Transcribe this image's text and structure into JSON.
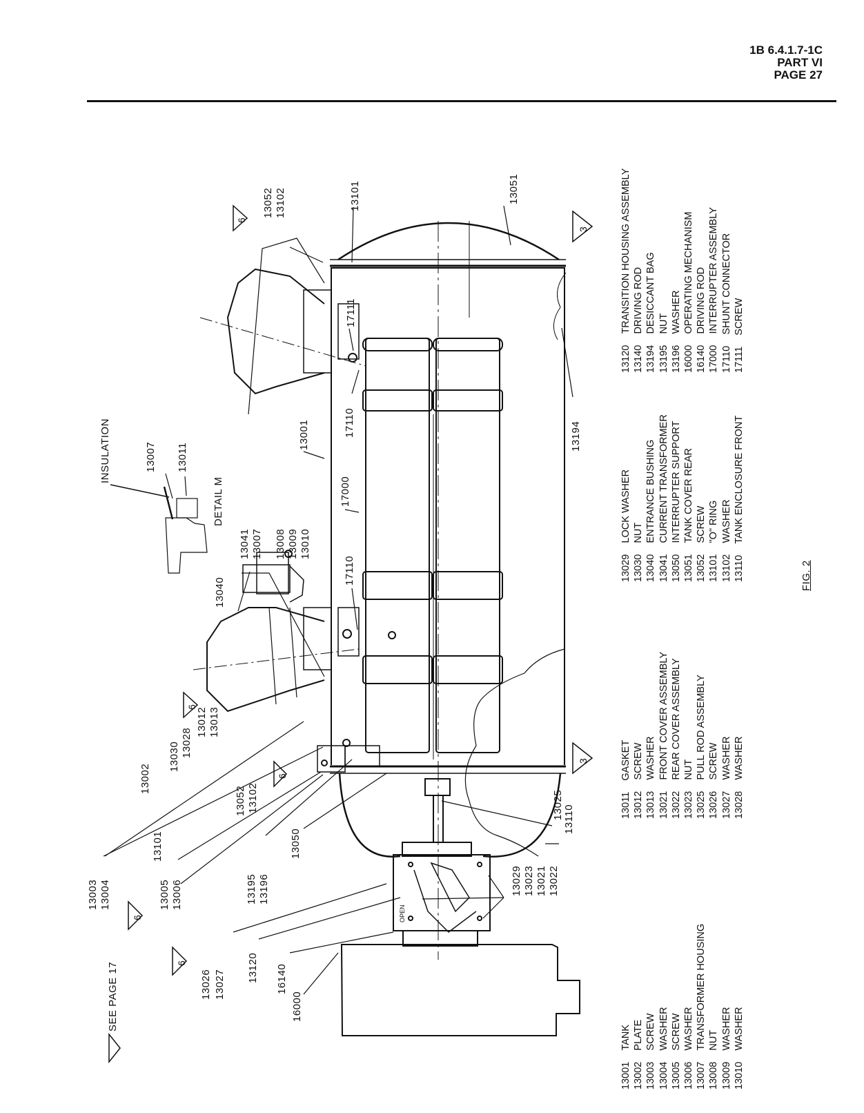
{
  "header": {
    "doc_id": "1B 6.4.1.7-1C",
    "part": "PART VI",
    "page": "PAGE 27"
  },
  "figure_label": "FIG. 2",
  "insulation_label": "INSULATION",
  "detail_label": "DETAIL M",
  "open_label": "OPEN",
  "note_number": "6",
  "note_number_alt": "3",
  "see_page_text": "SEE PAGE 17",
  "callouts": {
    "c13001": "13001",
    "c13002": "13002",
    "c13003": "13003",
    "c13004": "13004",
    "c13005": "13005",
    "c13006": "13006",
    "c13007": "13007",
    "c13007b": "13007",
    "c13008": "13008",
    "c13009": "13009",
    "c13010": "13010",
    "c13011": "13011",
    "c13012": "13012",
    "c13013": "13013",
    "c13021": "13021",
    "c13022": "13022",
    "c13023": "13023",
    "c13025": "13025",
    "c13026": "13026",
    "c13027": "13027",
    "c13028": "13028",
    "c13029": "13029",
    "c13030": "13030",
    "c13040": "13040",
    "c13041": "13041",
    "c13050": "13050",
    "c13051": "13051",
    "c13052a": "13052",
    "c13052b": "13052",
    "c13101a": "13101",
    "c13101b": "13101",
    "c13102a": "13102",
    "c13102b": "13102",
    "c13110": "13110",
    "c13120": "13120",
    "c13194": "13194",
    "c13195": "13195",
    "c13196": "13196",
    "c16000": "16000",
    "c16140": "16140",
    "c17000": "17000",
    "c17110a": "17110",
    "c17110b": "17110",
    "c17111": "17111"
  },
  "parts_list": {
    "col1": [
      {
        "num": "13001",
        "name": "TANK"
      },
      {
        "num": "13002",
        "name": "PLATE"
      },
      {
        "num": "13003",
        "name": "SCREW"
      },
      {
        "num": "13004",
        "name": "WASHER"
      },
      {
        "num": "13005",
        "name": "SCREW"
      },
      {
        "num": "13006",
        "name": "WASHER"
      },
      {
        "num": "13007",
        "name": "TRANSFORMER HOUSING"
      },
      {
        "num": "13008",
        "name": "NUT"
      },
      {
        "num": "13009",
        "name": "WASHER"
      },
      {
        "num": "13010",
        "name": "WASHER"
      }
    ],
    "col2": [
      {
        "num": "13011",
        "name": "GASKET"
      },
      {
        "num": "13012",
        "name": "SCREW"
      },
      {
        "num": "13013",
        "name": "WASHER"
      },
      {
        "num": "13021",
        "name": "FRONT COVER ASSEMBLY"
      },
      {
        "num": "13022",
        "name": "REAR COVER ASSEMBLY"
      },
      {
        "num": "13023",
        "name": "NUT"
      },
      {
        "num": "13025",
        "name": "PULL ROD ASSEMBLY"
      },
      {
        "num": "13026",
        "name": "SCREW"
      },
      {
        "num": "13027",
        "name": "WASHER"
      },
      {
        "num": "13028",
        "name": "WASHER"
      }
    ],
    "col3": [
      {
        "num": "13029",
        "name": "LOCK WASHER"
      },
      {
        "num": "13030",
        "name": "NUT"
      },
      {
        "num": "13040",
        "name": "ENTRANCE BUSHING"
      },
      {
        "num": "13041",
        "name": "CURRENT TRANSFORMER"
      },
      {
        "num": "13050",
        "name": "INTERRUPTER SUPPORT"
      },
      {
        "num": "13051",
        "name": "TANK COVER REAR"
      },
      {
        "num": "13052",
        "name": "SCREW"
      },
      {
        "num": "13101",
        "name": "\"O\" RING"
      },
      {
        "num": "13102",
        "name": "WASHER"
      },
      {
        "num": "13110",
        "name": "TANK ENCLOSURE FRONT"
      }
    ],
    "col4": [
      {
        "num": "13120",
        "name": "TRANSITION HOUSING ASSEMBLY"
      },
      {
        "num": "13140",
        "name": "DRIVING ROD"
      },
      {
        "num": "13194",
        "name": "DESICCANT BAG"
      },
      {
        "num": "13195",
        "name": "NUT"
      },
      {
        "num": "13196",
        "name": "WASHER"
      },
      {
        "num": "16000",
        "name": "OPERATING MECHANISM"
      },
      {
        "num": "16140",
        "name": "DRIVING ROD"
      },
      {
        "num": "17000",
        "name": "INTERRUPTER ASSEMBLY"
      },
      {
        "num": "17110",
        "name": "SHUNT CONNECTOR"
      },
      {
        "num": "17111",
        "name": "SCREW"
      }
    ]
  }
}
